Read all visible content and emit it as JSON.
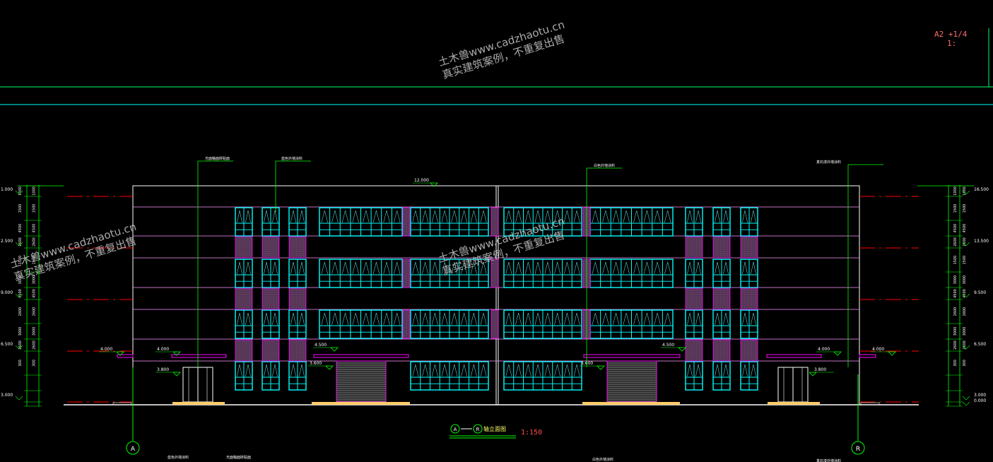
{
  "sheet": {
    "ref": "A2 +1/4",
    "ref_suffix": "1:"
  },
  "watermark": {
    "line1": "土木兽www.cadzhaotu.cn",
    "line2": "真实建筑案例，不重复出售"
  },
  "drawing": {
    "title_axis_start": "A",
    "title_axis_end": "R",
    "title_text": "轴立面图",
    "scale": "1:150",
    "grid_axis_left": "A",
    "grid_axis_right": "R"
  },
  "elevations_left": [
    "1.000",
    "2.500",
    "9.000",
    "6.500",
    "3.000"
  ],
  "elevations_right": [
    "16.500",
    "13.500",
    "9.500",
    "6.500",
    "3.000",
    "0.000"
  ],
  "dims_left": [
    "1000",
    "1500",
    "4500",
    "2600",
    "1500",
    "3000",
    "4500",
    "2600",
    "3000",
    "2600",
    "300"
  ],
  "dims_right": [
    "1000",
    "1500",
    "4500",
    "2600",
    "1500",
    "3000",
    "4500",
    "2600",
    "3000",
    "2600",
    "300"
  ],
  "level_marks": {
    "top": "12.000",
    "canopy_left": "4.000",
    "canopy_left2": "4.000",
    "canopy_mid_left": "4.500",
    "canopy_mid_right": "4.500",
    "canopy_right": "4.000",
    "canopy_right2": "4.000",
    "door_left": "3.800",
    "door_mid_left": "3.600",
    "door_mid_right": "3.600",
    "door_right": "3.800"
  },
  "callouts": {
    "top_1": "光面釉面砖贴面",
    "top_2": "蓝色外墙涂料",
    "top_3": "白色外墙涂料",
    "top_4": "真石漆外墙涂料",
    "bottom_1": "蓝色外墙涂料",
    "bottom_2": "光面釉面砖贴面",
    "bottom_3": "白色外墙涂料",
    "bottom_4": "真石漆外墙涂料"
  },
  "colors": {
    "green": "#00ff00",
    "cyan": "#00ffff",
    "magenta": "#ff00ff",
    "red": "#ff0000",
    "white": "#ffffff",
    "yellow": "#ffff00",
    "orange": "#ffcc66",
    "pink_line": "#ff99ff"
  }
}
